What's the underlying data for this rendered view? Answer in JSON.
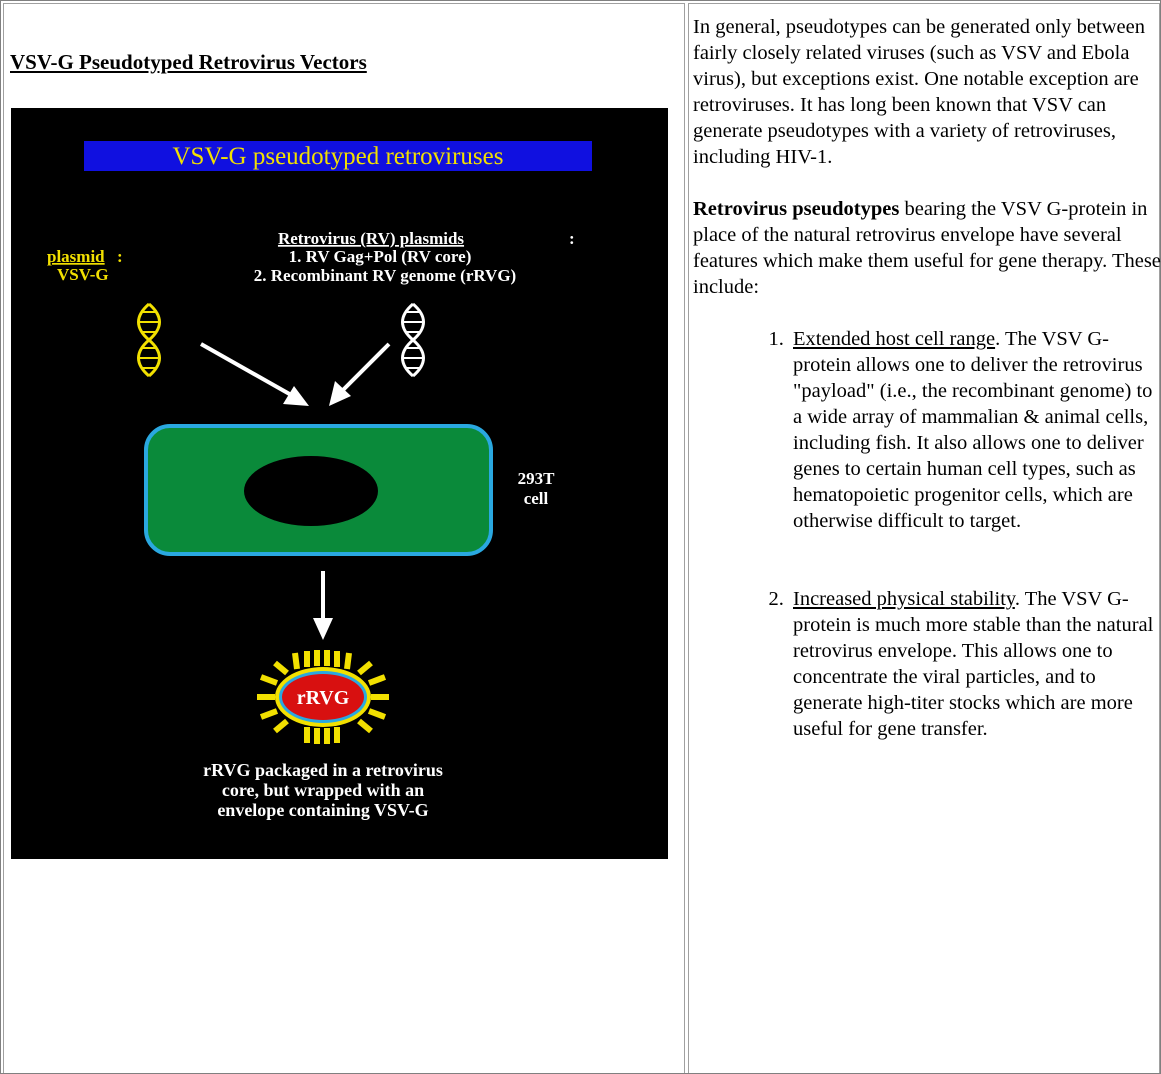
{
  "left": {
    "heading": "VSV-G Pseudotyped Retrovirus Vectors",
    "figure": {
      "title": "VSV-G pseudotyped retroviruses",
      "plasmid_label": "plasmid",
      "plasmid_name": "VSV-G",
      "colon": ":",
      "rv_header": "Retrovirus (RV) plasmids",
      "rv_item1": "1. RV Gag+Pol (RV core)",
      "rv_item2": "2. Recombinant RV genome (rRVG)",
      "cell_label_line1": "293T",
      "cell_label_line2": "cell",
      "virus_label": "rRVG",
      "caption_line1": "rRVG packaged in a retrovirus",
      "caption_line2": "core, but wrapped with an",
      "caption_line3": "envelope containing VSV-G",
      "colors": {
        "title_band": "#1010e0",
        "title_text": "#f2e000",
        "cell_fill": "#0a8a3a",
        "cell_border": "#2aa8e0",
        "virus_core": "#d81010",
        "virus_spikes": "#f2e000"
      },
      "icons": [
        "dna-helix-icon",
        "arrow-icon"
      ]
    }
  },
  "right": {
    "para1": "In general, pseudotypes can be generated only between fairly closely related viruses (such as VSV and Ebola virus), but exceptions exist. One notable exception are retroviruses. It has long been known that VSV can generate pseudotypes with a variety of retroviruses, including HIV-1.",
    "para2_bold": "Retrovirus pseudotypes",
    "para2_rest": " bearing the VSV G-protein in place of the natural retrovirus envelope have several features which make them useful for gene therapy. These include:",
    "items": [
      {
        "title": "Extended host cell range",
        "text": ". The VSV G-protein allows one to deliver the retrovirus \"payload\" (i.e., the recombinant genome) to a wide array of mammalian & animal cells, including fish. It also allows one to deliver genes to certain human cell types, such as hematopoietic progenitor cells, which are otherwise difficult to target."
      },
      {
        "title": "Increased physical stability",
        "text": ". The VSV G-protein is much more stable than the natural retrovirus envelope. This allows one to concentrate the viral particles, and to generate high-titer stocks which are more useful for gene transfer."
      }
    ]
  }
}
